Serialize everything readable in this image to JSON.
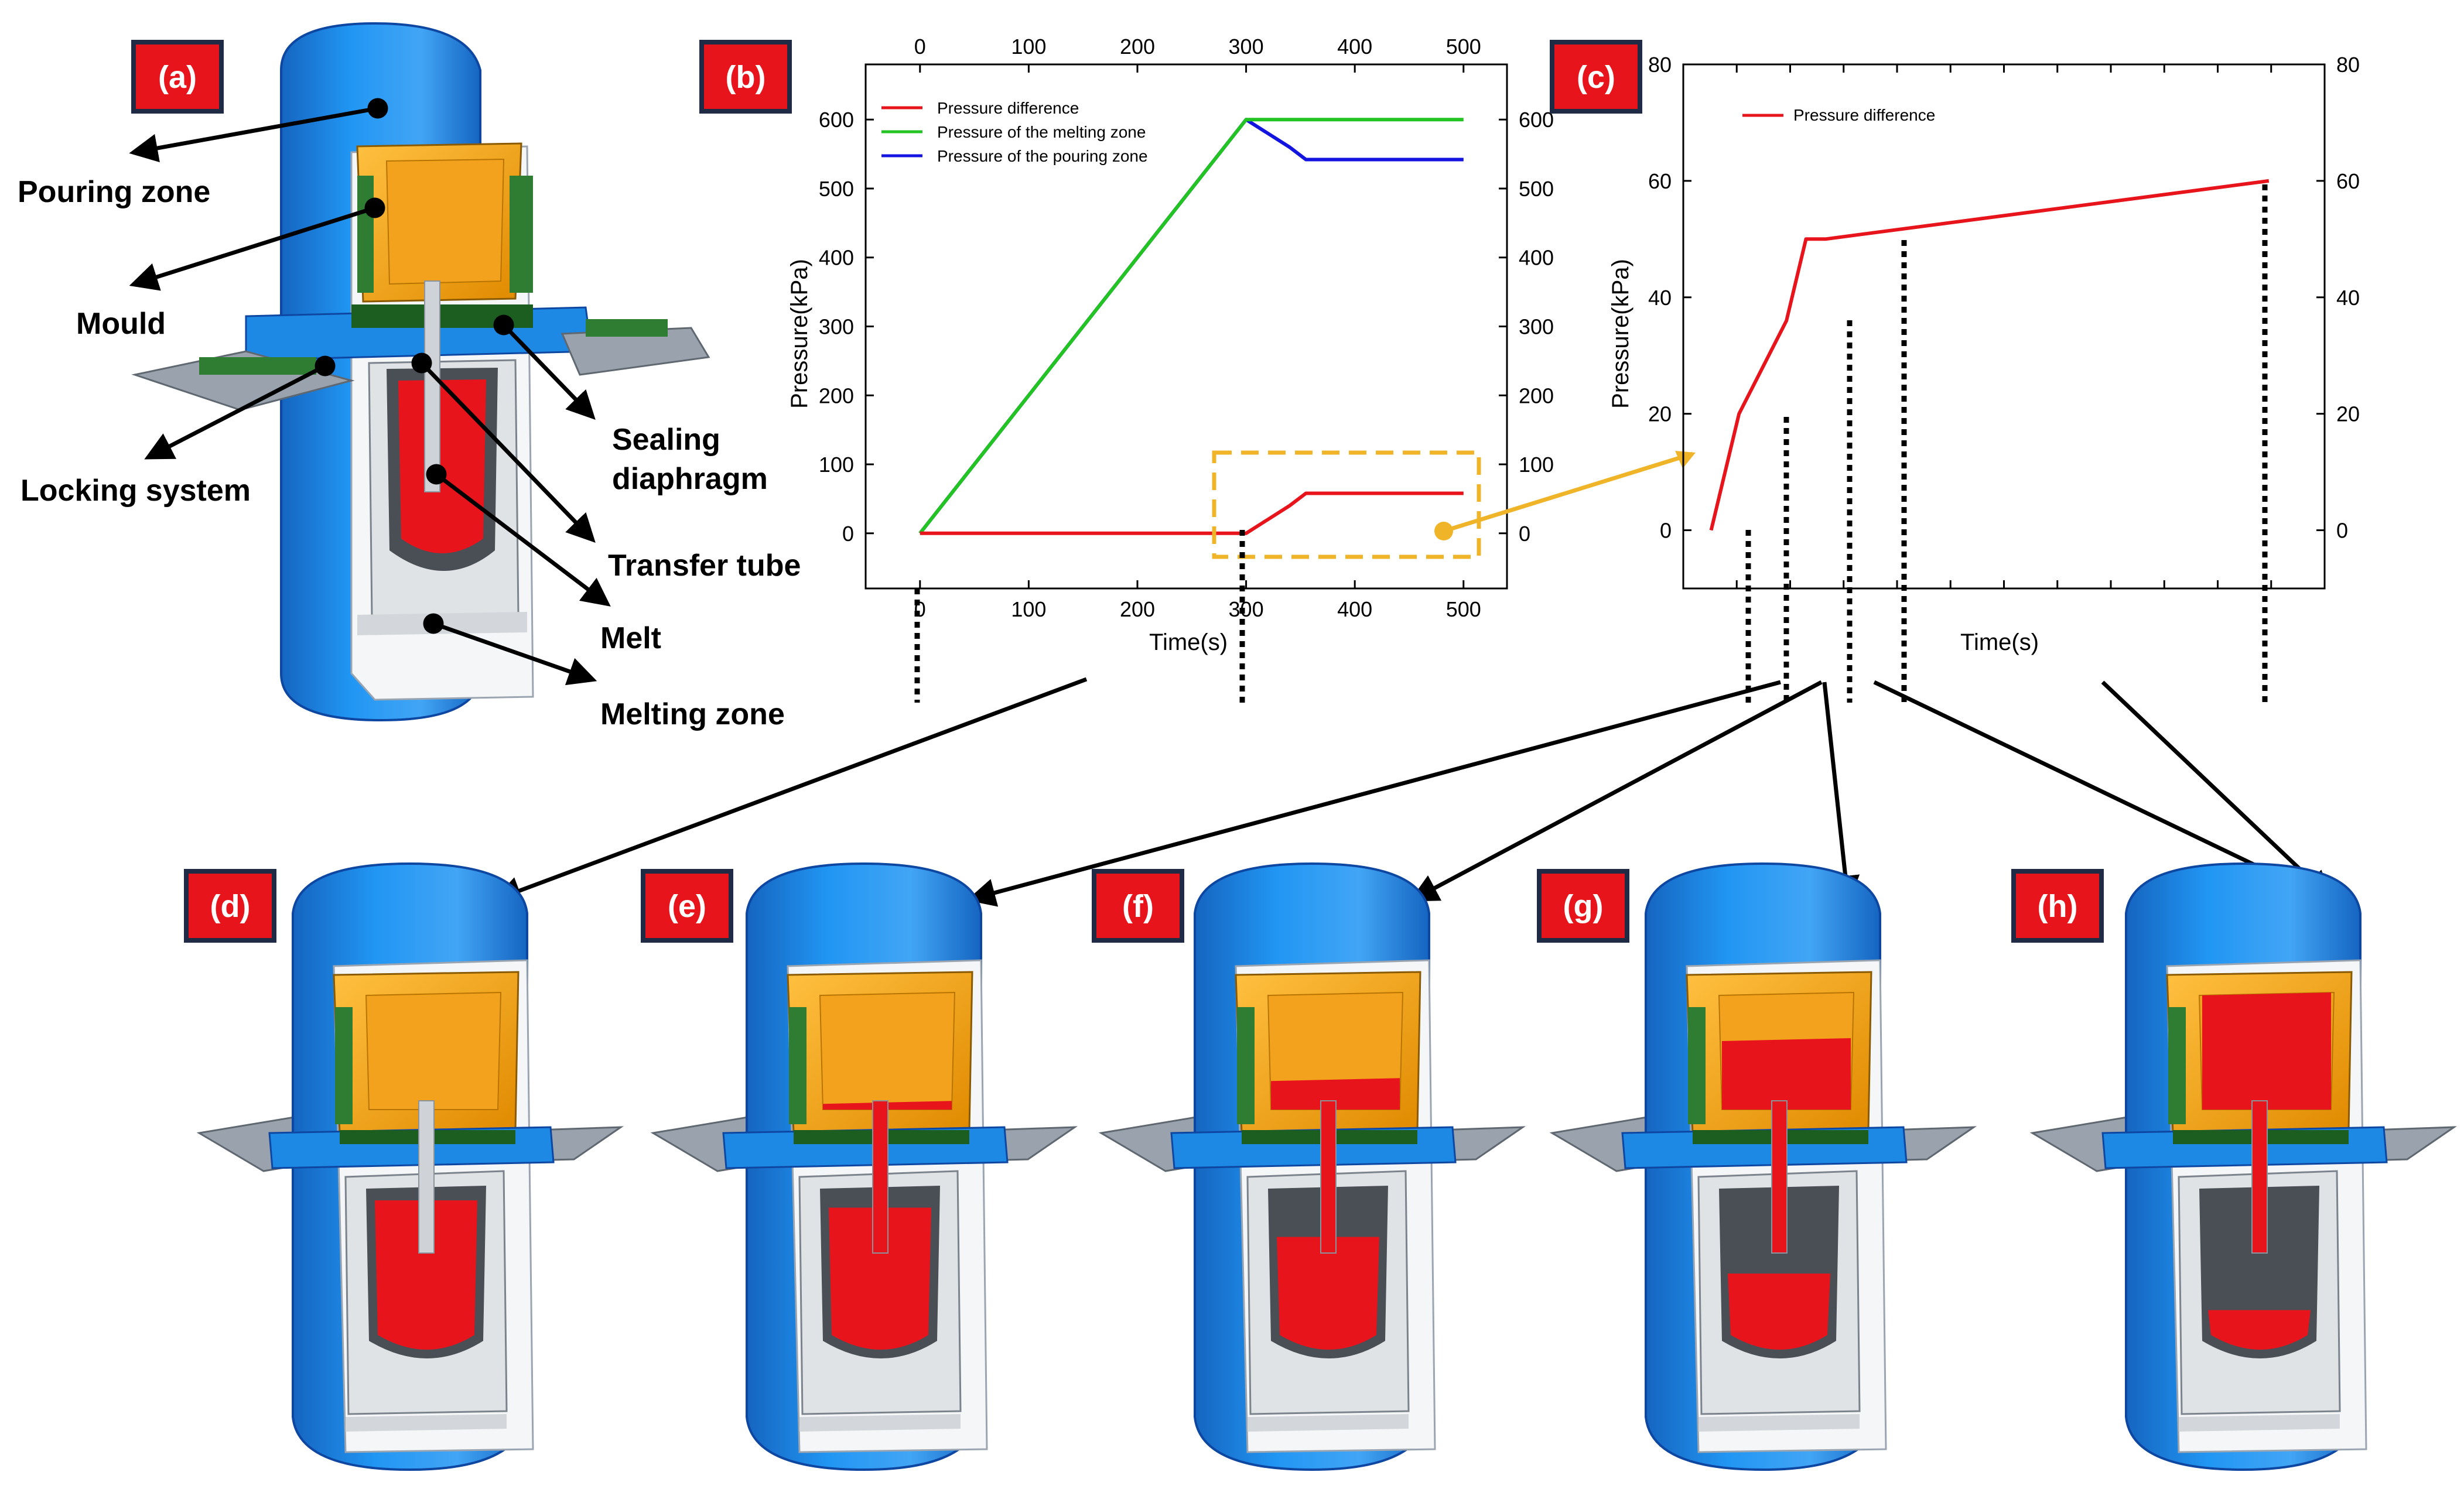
{
  "panels": [
    "(a)",
    "(b)",
    "(c)",
    "(d)",
    "(e)",
    "(f)",
    "(g)",
    "(h)"
  ],
  "parts": {
    "pouring_zone": "Pouring zone",
    "mould": "Mould",
    "locking_system": "Locking system",
    "sealing": "Sealing",
    "diaphragm": "diaphragm",
    "transfer_tube": "Transfer tube",
    "melt": "Melt",
    "melting_zone": "Melting zone"
  },
  "colors": {
    "badge_fill": "#e8141c",
    "badge_border": "#1f2a44",
    "vessel_blue": "#1e88e5",
    "mould_orange": "#f5a623",
    "melt_red": "#e8141c",
    "pressure_difference": "#e8141c",
    "melting_zone": "#22c322",
    "pouring_zone": "#1414e0",
    "zoom_box": "#f0b428"
  },
  "chart_data": [
    {
      "type": "line",
      "panel": "(b)",
      "xlabel": "Time(s)",
      "ylabel": "Pressure(kPa)",
      "xlim": [
        -50,
        540
      ],
      "ylim": [
        -80,
        680
      ],
      "xticks": [
        0,
        100,
        200,
        300,
        400,
        500
      ],
      "yticks": [
        0,
        100,
        200,
        300,
        400,
        500,
        600
      ],
      "legend_position": "top-left",
      "series": [
        {
          "name": "Pressure difference",
          "color": "#e8141c",
          "x": [
            0,
            300,
            340,
            355,
            500
          ],
          "y": [
            0,
            0,
            40,
            58,
            58
          ]
        },
        {
          "name": "Pressure of the melting zone",
          "color": "#22c322",
          "x": [
            0,
            300,
            500
          ],
          "y": [
            0,
            600,
            600
          ]
        },
        {
          "name": "Pressure of the pouring zone",
          "color": "#1414e0",
          "x": [
            0,
            300,
            340,
            355,
            500
          ],
          "y": [
            0,
            600,
            560,
            542,
            542
          ]
        }
      ]
    },
    {
      "type": "line",
      "panel": "(c)",
      "xlabel": "Time(s)",
      "ylabel": "Pressure(kPa)",
      "xlim": [
        290,
        520
      ],
      "ylim": [
        -10,
        80
      ],
      "xticks": [],
      "yticks": [
        0,
        20,
        40,
        60,
        80
      ],
      "legend_position": "top-left",
      "series": [
        {
          "name": "Pressure difference",
          "color": "#e8141c",
          "x": [
            300,
            310,
            327,
            334,
            341,
            500
          ],
          "y": [
            0,
            20,
            36,
            50,
            50,
            60
          ]
        }
      ]
    }
  ]
}
